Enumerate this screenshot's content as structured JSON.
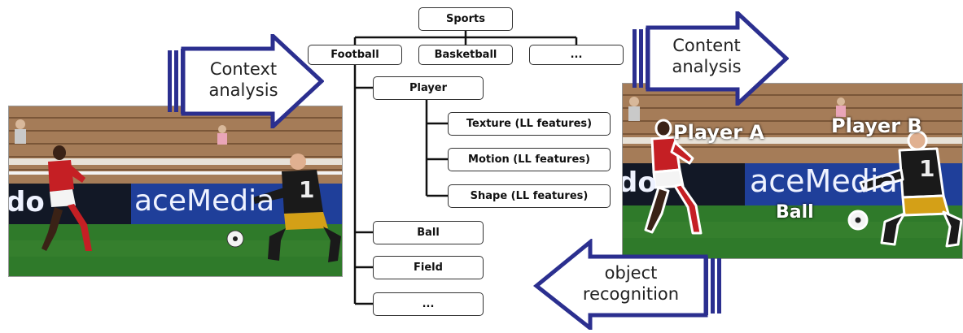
{
  "tree": {
    "root": "Sports",
    "level1": [
      "Football",
      "Basketball",
      "..."
    ],
    "football_children": [
      "Player",
      "Ball",
      "Field",
      "..."
    ],
    "player_children": [
      "Texture (LL features)",
      "Motion (LL features)",
      "Shape (LL features)"
    ]
  },
  "arrows": {
    "context": [
      "Context",
      "analysis"
    ],
    "content": [
      "Content",
      "analysis"
    ],
    "recognition": [
      "object",
      "recognition"
    ]
  },
  "images": {
    "banner_text": "aceMedia",
    "banner_left_fragment": "do",
    "jersey_number": "1",
    "labels": {
      "player_a": "Player A",
      "player_b": "Player B",
      "ball": "Ball"
    }
  },
  "colors": {
    "arrow_blue": "#2b2f8f",
    "banner_blue": "#1f3f9a",
    "grass": "#2f7a2a",
    "stand": "#a07a55"
  }
}
